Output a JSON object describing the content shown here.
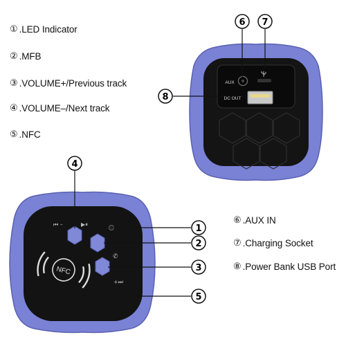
{
  "legend_left": [
    {
      "num": "①",
      "label": ".LED Indicator"
    },
    {
      "num": "②",
      "label": ".MFB"
    },
    {
      "num": "③",
      "label": ".VOLUME+/Previous track"
    },
    {
      "num": "④",
      "label": ".VOLUME–/Next track"
    },
    {
      "num": "⑤",
      "label": ".NFC"
    }
  ],
  "legend_right": [
    {
      "num": "⑥",
      "label": ".AUX IN"
    },
    {
      "num": "⑦",
      "label": ".Charging Socket"
    },
    {
      "num": "⑧",
      "label": ".Power Bank USB Port"
    }
  ],
  "callouts": [
    "1",
    "2",
    "3",
    "4",
    "5",
    "6",
    "7",
    "8"
  ],
  "back_panel": {
    "aux_label": "AUX",
    "dc_out_label": "DC OUT"
  },
  "front_panel": {
    "nfc_label": "NFC"
  },
  "colors": {
    "bumper": "#7a82d6",
    "bumper_edge": "#5a60b0",
    "body": "#131313",
    "button": "#8088d8"
  }
}
